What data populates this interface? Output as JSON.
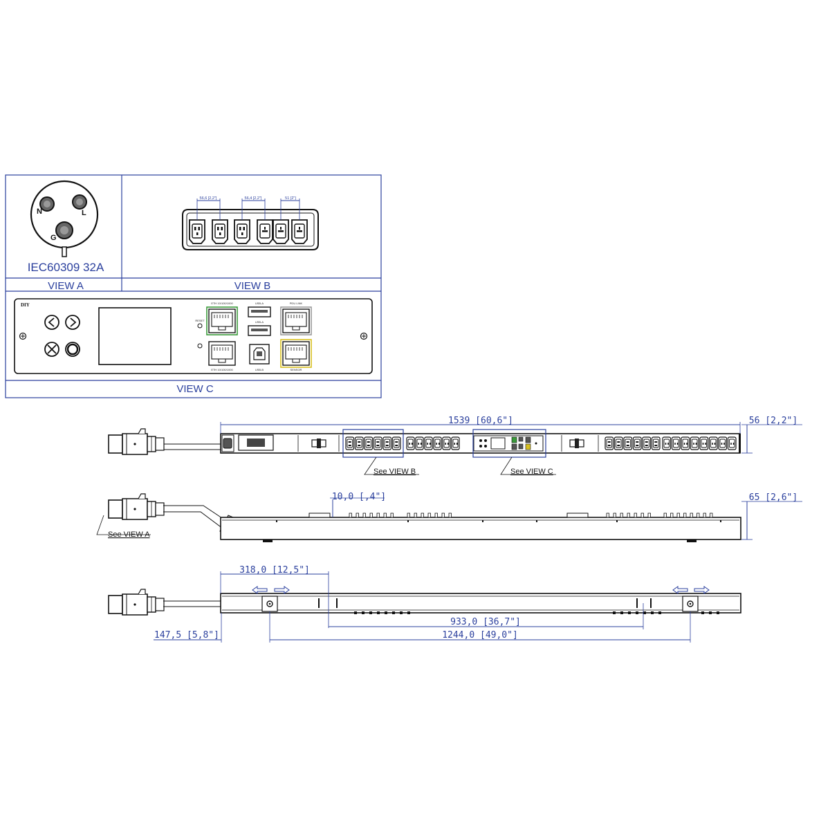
{
  "views": {
    "a_plug_label": "IEC60309 32A",
    "a_pin_n": "N",
    "a_pin_l": "L",
    "a_pin_g": "G",
    "view_a": "VIEW A",
    "view_b": "VIEW B",
    "view_c": "VIEW C",
    "b_spacing_1": "56,6 [2,2\"]",
    "b_spacing_2": "56,4 [2,2\"]",
    "b_spacing_3": "51 [2\"]"
  },
  "panel": {
    "brand": "DIY",
    "reset": "RESET",
    "eth_top": "ETH 10/100/1000",
    "eth_bottom": "ETH 10/100/1000",
    "usb_a1": "USB-A",
    "usb_a2": "USB-A",
    "usb_b": "USB-B",
    "pdu_link": "PDU LINK",
    "sensor": "SENSOR"
  },
  "front": {
    "total_length": "1539 [60,6\"]",
    "width": "56 [2,2\"]",
    "see_b": "See VIEW B",
    "see_c": "See VIEW C"
  },
  "side": {
    "depth": "65 [2,6\"]",
    "offset": "10,0 [,4\"]",
    "see_a": "See VIEW A"
  },
  "back": {
    "bracket_offset": "318,0 [12,5\"]",
    "inner_span": "933,0 [36,7\"]",
    "outer_span": "1244,0 [49,0\"]",
    "end_offset": "147,5 [5,8\"]"
  },
  "colors": {
    "blue": "#2a3f9d",
    "ink": "#111111",
    "green": "#3a9a3a",
    "yellow": "#d8c020"
  }
}
